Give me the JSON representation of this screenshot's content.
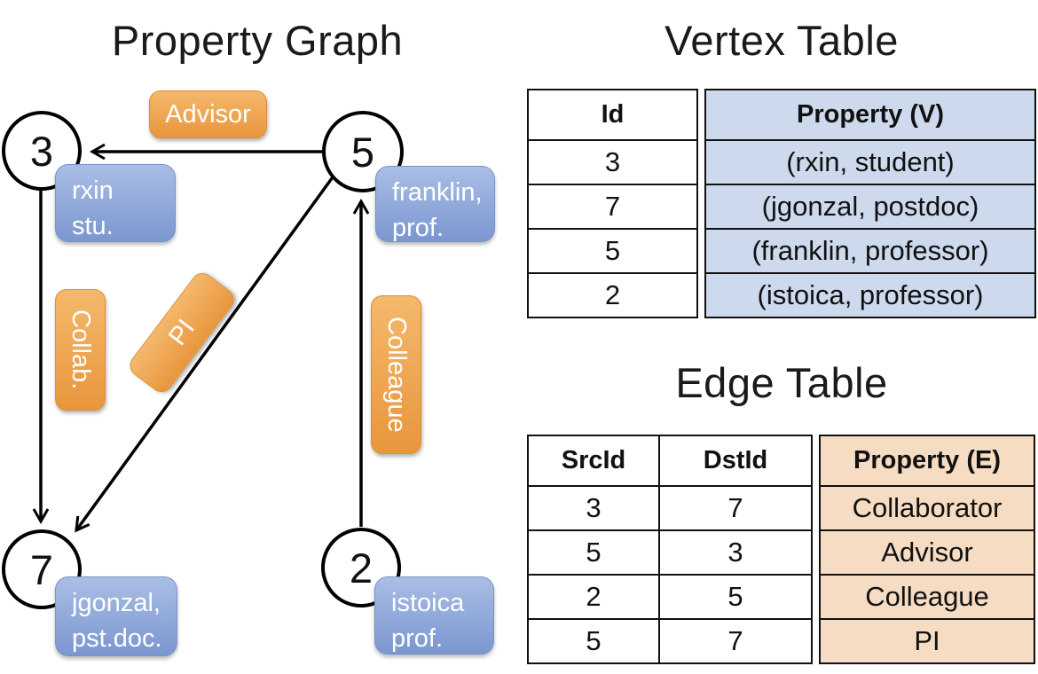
{
  "colors": {
    "edge_label_orange_top": "#f5b86c",
    "edge_label_orange_bottom": "#e8963c",
    "vertex_label_blue_top": "#aabee5",
    "vertex_label_blue_bottom": "#7b97d0",
    "vertex_property_fill": "#cdd9ec",
    "edge_property_fill": "#f5dcc2",
    "line_color": "#000000"
  },
  "graph": {
    "title": "Property Graph",
    "nodes": [
      {
        "id": "3",
        "label_line1": "rxin",
        "label_line2": "stu."
      },
      {
        "id": "5",
        "label_line1": "franklin,",
        "label_line2": "prof."
      },
      {
        "id": "7",
        "label_line1": "jgonzal,",
        "label_line2": "pst.doc."
      },
      {
        "id": "2",
        "label_line1": "istoica",
        "label_line2": "prof."
      }
    ],
    "edge_labels": {
      "advisor": "Advisor",
      "collab": "Collab.",
      "pi": "PI",
      "colleague": "Colleague"
    }
  },
  "vertex_table": {
    "title": "Vertex Table",
    "columns": {
      "id": "Id",
      "property": "Property (V)"
    },
    "rows": [
      {
        "id": "3",
        "property": "(rxin, student)"
      },
      {
        "id": "7",
        "property": "(jgonzal, postdoc)"
      },
      {
        "id": "5",
        "property": "(franklin, professor)"
      },
      {
        "id": "2",
        "property": "(istoica, professor)"
      }
    ]
  },
  "edge_table": {
    "title": "Edge Table",
    "columns": {
      "src": "SrcId",
      "dst": "DstId",
      "property": "Property (E)"
    },
    "rows": [
      {
        "src": "3",
        "dst": "7",
        "property": "Collaborator"
      },
      {
        "src": "5",
        "dst": "3",
        "property": "Advisor"
      },
      {
        "src": "2",
        "dst": "5",
        "property": "Colleague"
      },
      {
        "src": "5",
        "dst": "7",
        "property": "PI"
      }
    ]
  }
}
